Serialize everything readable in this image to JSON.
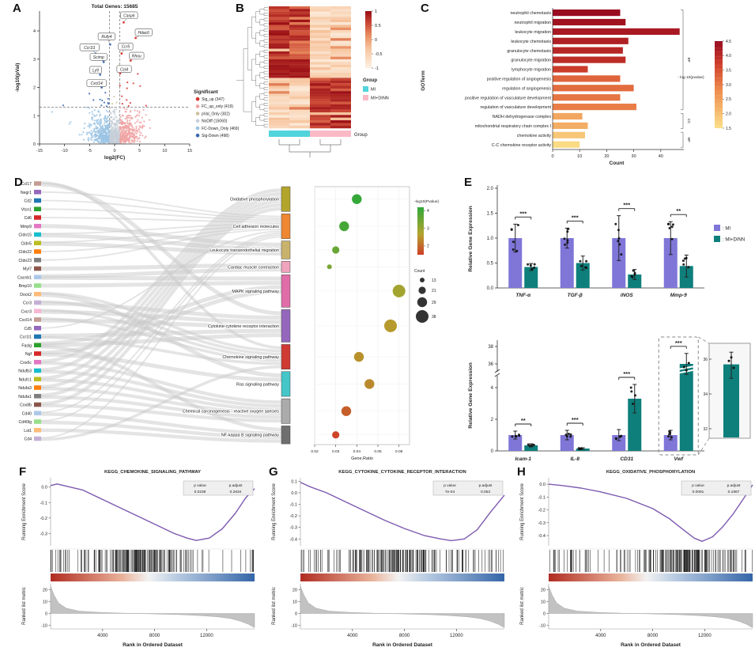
{
  "chart_data": {
    "panel_a": {
      "label": "A",
      "type": "scatter",
      "title": "Total Genes: 15685",
      "xlabel": "log2(FC)",
      "ylabel": "-log10(pVal)",
      "x_ticks": [
        -15,
        -10,
        -5,
        0,
        5,
        10,
        15
      ],
      "y_ticks": [
        0,
        1,
        2,
        3,
        4
      ],
      "legend_title": "Significant",
      "legend": [
        {
          "label": "Sig_up (347)",
          "color": "#d7342e"
        },
        {
          "label": "FC_up_only (419)",
          "color": "#f0a3a3"
        },
        {
          "label": "pVal_Only (302)",
          "color": "#cfc0a0"
        },
        {
          "label": "NoDiff (15060)",
          "color": "#c6cfd8"
        },
        {
          "label": "FC-Down_Only (469)",
          "color": "#9cc4e4"
        },
        {
          "label": "Sig-Down (498)",
          "color": "#3b69ae"
        }
      ],
      "gene_labels": [
        {
          "name": "Casp6",
          "px": 1.8,
          "py": 4.3,
          "lx": 2.9,
          "ly": 4.55
        },
        {
          "name": "Hdac6",
          "px": 4.2,
          "py": 3.75,
          "lx": 5.8,
          "ly": 3.95
        },
        {
          "name": "Rufy4",
          "px": -0.9,
          "py": 3.52,
          "lx": -1.6,
          "ly": 3.8
        },
        {
          "name": "Ccr5",
          "px": 1.4,
          "py": 3.2,
          "lx": 2.2,
          "ly": 3.45
        },
        {
          "name": "Rhou",
          "px": 3.2,
          "py": 2.95,
          "lx": 4.4,
          "ly": 3.12
        },
        {
          "name": "Ccr1l1",
          "px": -3.8,
          "py": 3.2,
          "lx": -5.0,
          "ly": 3.42
        },
        {
          "name": "Scimp",
          "px": -2.2,
          "py": 2.9,
          "lx": -3.2,
          "ly": 3.08
        },
        {
          "name": "Ly9",
          "px": -2.9,
          "py": 2.45,
          "lx": -3.8,
          "ly": 2.62
        },
        {
          "name": "Ccl4",
          "px": 1.1,
          "py": 2.5,
          "lx": 1.9,
          "ly": 2.65
        },
        {
          "name": "Cxcl14",
          "px": -2.6,
          "py": 2.0,
          "lx": -3.6,
          "ly": 2.15
        }
      ]
    },
    "panel_b": {
      "label": "B",
      "type": "heatmap",
      "scale_ticks": [
        1,
        0.5,
        0,
        -0.5,
        -1
      ],
      "group_title": "Group",
      "groups": [
        {
          "label": "MI",
          "color": "#52d4dc"
        },
        {
          "label": "MI+DINN",
          "color": "#f9b9c5"
        }
      ]
    },
    "panel_c": {
      "label": "C",
      "type": "bar",
      "ylabel": "GOTerm",
      "xlabel": "Count",
      "x_ticks": [
        0,
        10,
        20,
        30,
        40
      ],
      "legend_title": "- log 10(pvalue)",
      "legend_ticks": [
        4.5,
        4.0,
        3.5,
        3.0,
        2.5,
        2.0,
        1.5
      ],
      "categories": [
        {
          "label": "BP",
          "from": 0,
          "to": 10
        },
        {
          "label": "CC",
          "from": 11,
          "to": 12
        },
        {
          "label": "MF",
          "from": 13,
          "to": 14
        }
      ],
      "terms": [
        {
          "term": "neutrophil chemotaxis",
          "count": 25,
          "logp": 4.5
        },
        {
          "term": "neutrophil migration",
          "count": 27,
          "logp": 4.4
        },
        {
          "term": "leukocyte migration",
          "count": 47,
          "logp": 4.3
        },
        {
          "term": "leukocyte chemotaxis",
          "count": 28,
          "logp": 4.2
        },
        {
          "term": "granulocyte chemotaxis",
          "count": 26,
          "logp": 4.1
        },
        {
          "term": "granulocyte migration",
          "count": 27,
          "logp": 4.0
        },
        {
          "term": "lymphocyte migration",
          "count": 13,
          "logp": 3.8
        },
        {
          "term": "positive regulation of angiogenesis",
          "count": 25,
          "logp": 3.3
        },
        {
          "term": "regulation of angiogenesis",
          "count": 30,
          "logp": 3.2
        },
        {
          "term": "positive regulation of vasculature development",
          "count": 25,
          "logp": 3.1
        },
        {
          "term": "regulation of vasculature development",
          "count": 31,
          "logp": 3.0
        },
        {
          "term": "NADH dehydrogenase complex",
          "count": 11,
          "logp": 2.4
        },
        {
          "term": "mitochondrial respiratory chain complex I",
          "count": 13,
          "logp": 2.3
        },
        {
          "term": "chemokine activity",
          "count": 12,
          "logp": 1.9
        },
        {
          "term": "C-C chemokine receptor activity",
          "count": 10,
          "logp": 1.6
        }
      ]
    },
    "panel_d": {
      "label": "D",
      "type": "sankey-bubble",
      "bubble_xlabel": "Gene.Ratio",
      "bubble_x_ticks": [
        0.02,
        0.03,
        0.04,
        0.05,
        0.06
      ],
      "legend_p_title": "-log10(Pvalue)",
      "legend_p_ticks": [
        4,
        3,
        2
      ],
      "legend_count_title": "Count",
      "legend_count_sizes": [
        13,
        21,
        29,
        38
      ],
      "chip_palette": [
        "#c49c94",
        "#9467bd",
        "#1f77b4",
        "#2ca02c",
        "#d62728",
        "#e377c2",
        "#17becf",
        "#bcbd22",
        "#ff7f0e",
        "#7f7f7f",
        "#8c564b",
        "#aec7e8",
        "#98df8a",
        "#ffbb78",
        "#c5b0d5",
        "#f7b6d2"
      ],
      "genes": [
        {
          "name": "Ccl17",
          "targets": [
            6,
            5
          ]
        },
        {
          "name": "Negr1",
          "targets": [
            1
          ]
        },
        {
          "name": "Cd2",
          "targets": [
            1
          ]
        },
        {
          "name": "Vtcn1",
          "targets": [
            1
          ]
        },
        {
          "name": "Cd6",
          "targets": [
            1
          ]
        },
        {
          "name": "Mmp9",
          "targets": [
            2
          ]
        },
        {
          "name": "Cldn15",
          "targets": [
            1,
            2
          ]
        },
        {
          "name": "Cldn5",
          "targets": [
            1,
            2
          ]
        },
        {
          "name": "Cldn22",
          "targets": [
            1
          ]
        },
        {
          "name": "Cldn23",
          "targets": [
            1
          ]
        },
        {
          "name": "Myl7",
          "targets": [
            3
          ]
        },
        {
          "name": "Cacnb1",
          "targets": [
            3,
            4
          ]
        },
        {
          "name": "Bmp10",
          "targets": [
            4
          ]
        },
        {
          "name": "Dock2",
          "targets": [
            6,
            7
          ]
        },
        {
          "name": "Ccr3",
          "targets": [
            6,
            5
          ]
        },
        {
          "name": "Cxcr3",
          "targets": [
            6,
            5
          ]
        },
        {
          "name": "Cxcl14",
          "targets": [
            6,
            5
          ]
        },
        {
          "name": "Cd5",
          "targets": [
            1
          ]
        },
        {
          "name": "Ccr1l1",
          "targets": [
            5,
            6
          ]
        },
        {
          "name": "Faslg",
          "targets": [
            4,
            5,
            9
          ]
        },
        {
          "name": "Ngf",
          "targets": [
            4,
            7
          ]
        },
        {
          "name": "Cox6c",
          "targets": [
            0,
            8
          ]
        },
        {
          "name": "Ndufb3",
          "targets": [
            0,
            8
          ]
        },
        {
          "name": "Ndufc1",
          "targets": [
            0,
            8
          ]
        },
        {
          "name": "Ndufa3",
          "targets": [
            0,
            8
          ]
        },
        {
          "name": "Ndufa1",
          "targets": [
            0,
            8
          ]
        },
        {
          "name": "Cox8b",
          "targets": [
            0,
            8
          ]
        },
        {
          "name": "Cd40",
          "targets": [
            1,
            9
          ]
        },
        {
          "name": "Cd40lg",
          "targets": [
            1,
            9
          ]
        },
        {
          "name": "Lst1",
          "targets": [
            9
          ]
        },
        {
          "name": "Cd4",
          "targets": [
            1,
            6
          ]
        }
      ],
      "pathways": [
        {
          "name": "Oxidative phosphorylation",
          "color": "#b3a52c",
          "count": 29,
          "ratio": 0.04,
          "logp": 4.2
        },
        {
          "name": "Cell adhesion molecules",
          "color": "#ef8733",
          "count": 29,
          "ratio": 0.034,
          "logp": 4.0
        },
        {
          "name": "Leukocyte transendothelial migration",
          "color": "#c9b26b",
          "count": 21,
          "ratio": 0.03,
          "logp": 3.6
        },
        {
          "name": "Cardiac muscle contraction",
          "color": "#f0a3bd",
          "count": 13,
          "ratio": 0.027,
          "logp": 3.4
        },
        {
          "name": "MAPK signaling pathway",
          "color": "#e06ca8",
          "count": 38,
          "ratio": 0.06,
          "logp": 2.9
        },
        {
          "name": "Cytokine-cytokine receptor interaction",
          "color": "#9467bd",
          "count": 38,
          "ratio": 0.056,
          "logp": 2.6
        },
        {
          "name": "Chemokine signaling pathway",
          "color": "#cf3a32",
          "count": 29,
          "ratio": 0.041,
          "logp": 2.5
        },
        {
          "name": "Ras signaling pathway",
          "color": "#45c6c8",
          "count": 29,
          "ratio": 0.046,
          "logp": 2.4
        },
        {
          "name": "Chemical carcinogenesis - reactive oxygen species",
          "color": "#ababab",
          "count": 29,
          "ratio": 0.035,
          "logp": 1.9
        },
        {
          "name": "NF-kappa B signaling pathway",
          "color": "#6f6f6f",
          "count": 21,
          "ratio": 0.03,
          "logp": 1.6
        }
      ]
    },
    "panel_e": {
      "label": "E",
      "type": "bar",
      "ylabel": "Relative Gene Expression",
      "legend": [
        {
          "label": ": MI",
          "color": "#7f76d8"
        },
        {
          "label": ": MI+DINN",
          "color": "#0e7f7b"
        }
      ],
      "top": {
        "categories": [
          "TNF-α",
          "TGF-β",
          "iNOS",
          "Mmp-9"
        ],
        "y_ticks": [
          0.0,
          0.5,
          1.0,
          1.5,
          2.0
        ],
        "mi": [
          1.0,
          1.0,
          1.0,
          1.0
        ],
        "mi_err": [
          0.28,
          0.2,
          0.45,
          0.33
        ],
        "dinn": [
          0.42,
          0.5,
          0.27,
          0.44
        ],
        "dinn_err": [
          0.07,
          0.14,
          0.1,
          0.22
        ],
        "sig": [
          "***",
          "***",
          "***",
          "**"
        ]
      },
      "bottom": {
        "categories": [
          "Icam-1",
          "IL-8",
          "CD31",
          "Vwf"
        ],
        "y_ticks_lower": [
          0,
          2,
          4
        ],
        "y_ticks_upper": [
          36,
          38
        ],
        "mi": [
          1.0,
          1.0,
          1.0,
          1.0
        ],
        "mi_err": [
          0.25,
          0.3,
          0.35,
          0.3
        ],
        "dinn": [
          0.35,
          0.15,
          3.3,
          36
        ],
        "dinn_err": [
          0.1,
          0.05,
          0.9,
          1.2
        ],
        "sig": [
          "**",
          "***",
          "***",
          "***"
        ],
        "inset_ticks": [
          36,
          34,
          32
        ]
      }
    },
    "gsea_common": {
      "es_label": "Running Enrichment Score",
      "metric_label": "Ranked list metric",
      "xlabel": "Rank in Ordered Dataset",
      "x_ticks": [
        4000,
        8000,
        12000
      ],
      "p_header": [
        "p value",
        "p.adjust"
      ],
      "metric_ticks": [
        20,
        10,
        0,
        -10
      ],
      "metric_curve": [
        [
          0,
          23
        ],
        [
          250,
          16
        ],
        [
          600,
          9
        ],
        [
          1200,
          4.5
        ],
        [
          2200,
          2
        ],
        [
          4000,
          0.8
        ],
        [
          6000,
          0.1
        ],
        [
          8000,
          -0.4
        ],
        [
          10000,
          -1
        ],
        [
          11500,
          -1.8
        ],
        [
          12800,
          -2.8
        ],
        [
          13800,
          -4.2
        ],
        [
          14600,
          -6.5
        ],
        [
          15200,
          -9
        ],
        [
          15685,
          -12
        ]
      ]
    },
    "gsea": [
      {
        "label": "F",
        "title": "KEGG_CHEMOKINE_SIGNALING_PATHWAY",
        "p_value": "0.0238",
        "p_adjust": "0.2634",
        "es_ticks": [
          0.0,
          -0.1,
          -0.2,
          -0.3
        ],
        "es_domain": [
          0.06,
          -0.38
        ],
        "tick_cluster": 6500,
        "curve": [
          [
            0,
            0.01
          ],
          [
            500,
            0.02
          ],
          [
            1500,
            0
          ],
          [
            2500,
            -0.02
          ],
          [
            4000,
            -0.08
          ],
          [
            5500,
            -0.14
          ],
          [
            7000,
            -0.2
          ],
          [
            8500,
            -0.26
          ],
          [
            9500,
            -0.3
          ],
          [
            10500,
            -0.33
          ],
          [
            11200,
            -0.345
          ],
          [
            12200,
            -0.33
          ],
          [
            13200,
            -0.27
          ],
          [
            14200,
            -0.17
          ],
          [
            15000,
            -0.07
          ],
          [
            15685,
            -0.01
          ]
        ]
      },
      {
        "label": "G",
        "title": "KEGG_CYTOKINE_CYTOKINE_RECEPTOR_INTERACTION",
        "p_value": "7e-04",
        "p_adjust": "0.053",
        "es_ticks": [
          0.1,
          0.0,
          -0.1,
          -0.2,
          -0.3,
          -0.4
        ],
        "es_domain": [
          0.13,
          -0.46
        ],
        "tick_cluster": 7000,
        "curve": [
          [
            0,
            0.09
          ],
          [
            800,
            0.05
          ],
          [
            2000,
            0
          ],
          [
            3500,
            -0.08
          ],
          [
            5000,
            -0.16
          ],
          [
            6500,
            -0.24
          ],
          [
            8000,
            -0.31
          ],
          [
            9500,
            -0.37
          ],
          [
            10800,
            -0.4
          ],
          [
            11600,
            -0.415
          ],
          [
            12600,
            -0.4
          ],
          [
            13600,
            -0.32
          ],
          [
            14600,
            -0.17
          ],
          [
            15685,
            -0.02
          ]
        ]
      },
      {
        "label": "H",
        "title": "KEGG_OXIDATIVE_PHOSPHORYLATION",
        "p_value": "0.0091",
        "p_adjust": "0.1967",
        "es_ticks": [
          0.0,
          -0.1,
          -0.2,
          -0.3,
          -0.4
        ],
        "es_domain": [
          0.05,
          -0.48
        ],
        "tick_cluster": 10500,
        "curve": [
          [
            0,
            0
          ],
          [
            1000,
            -0.01
          ],
          [
            2500,
            -0.03
          ],
          [
            4000,
            -0.06
          ],
          [
            6000,
            -0.11
          ],
          [
            8000,
            -0.19
          ],
          [
            9300,
            -0.27
          ],
          [
            10300,
            -0.35
          ],
          [
            11200,
            -0.42
          ],
          [
            11800,
            -0.445
          ],
          [
            12600,
            -0.41
          ],
          [
            13400,
            -0.33
          ],
          [
            14200,
            -0.23
          ],
          [
            15000,
            -0.11
          ],
          [
            15685,
            -0.005
          ]
        ]
      }
    ]
  }
}
